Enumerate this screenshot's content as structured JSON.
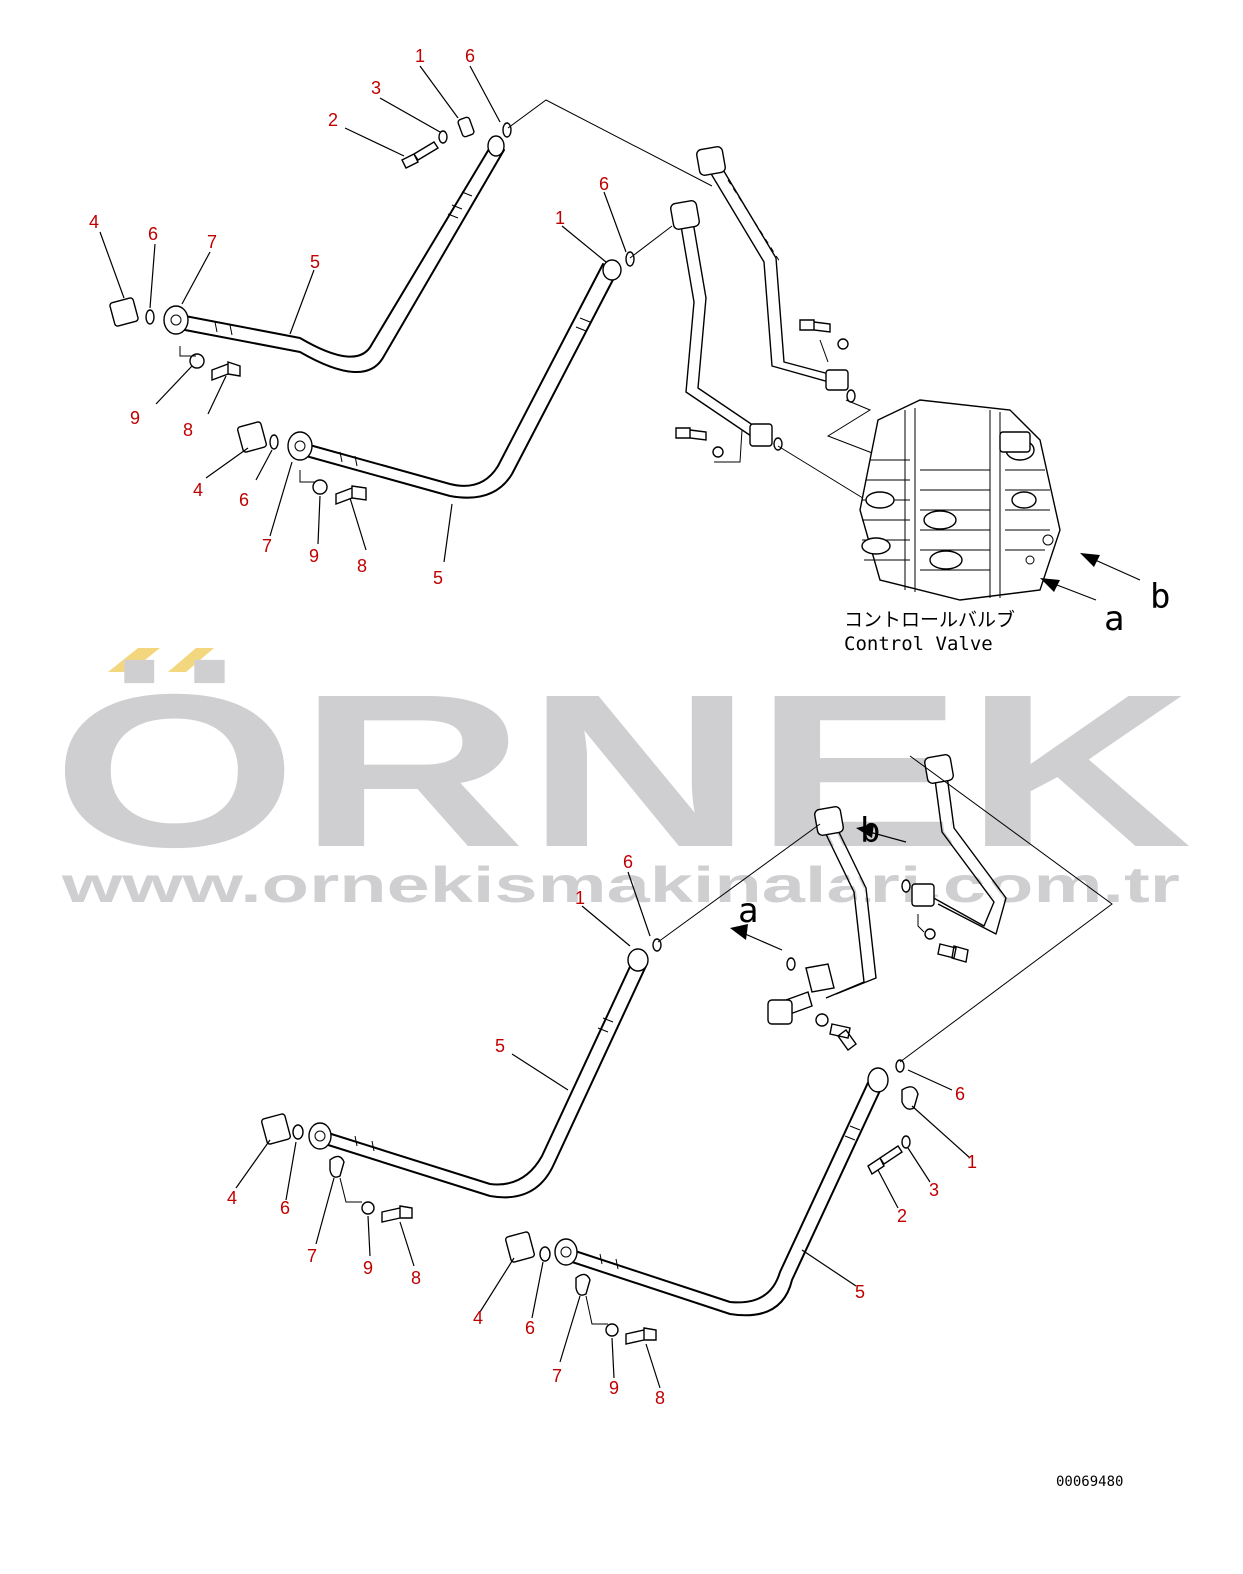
{
  "watermark": {
    "brand": "ÖRNEK",
    "url": "www.ornekismakinalari.com.tr",
    "accent_color": "#f3d77e",
    "text_color": "#cfcfd2"
  },
  "labels": {
    "control_valve_jp": "コントロールバルブ",
    "control_valve_en": "Control Valve",
    "arrow_a": "a",
    "arrow_b": "b"
  },
  "reference_number": "00069480",
  "callouts": {
    "top": [
      "1",
      "6",
      "3",
      "2",
      "4",
      "6",
      "7",
      "5",
      "6",
      "1",
      "9",
      "8",
      "4",
      "6",
      "7",
      "9",
      "8",
      "5"
    ],
    "bottom": [
      "6",
      "1",
      "5",
      "6",
      "1",
      "3",
      "2",
      "4",
      "6",
      "7",
      "9",
      "8",
      "5",
      "4",
      "6",
      "7",
      "9",
      "8"
    ]
  },
  "colors": {
    "callout": "#c00000",
    "line": "#000000"
  }
}
